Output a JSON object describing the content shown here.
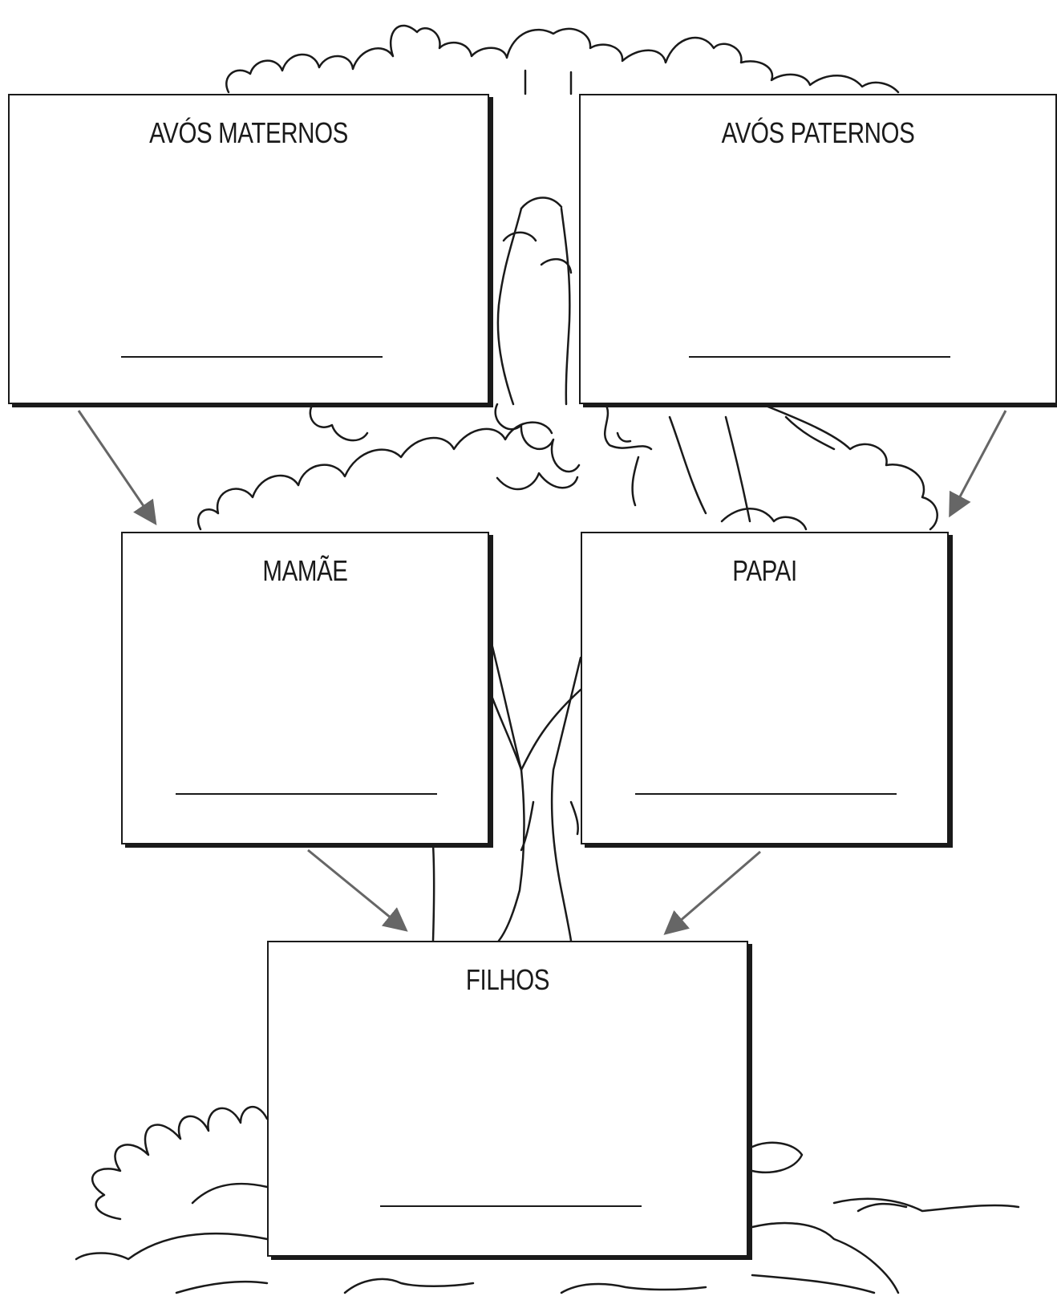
{
  "boxes": {
    "avos_maternos": {
      "title": "AVÓS MATERNOS"
    },
    "avos_paternos": {
      "title": "AVÓS PATERNOS"
    },
    "mamae": {
      "title": "MAMÃE"
    },
    "papai": {
      "title": "PAPAI"
    },
    "filhos": {
      "title": "FILHOS"
    }
  },
  "arrows": [
    {
      "from": "AVÓS MATERNOS",
      "to": "MAMÃE"
    },
    {
      "from": "AVÓS PATERNOS",
      "to": "PAPAI"
    },
    {
      "from": "MAMÃE",
      "to": "FILHOS"
    },
    {
      "from": "PAPAI",
      "to": "FILHOS"
    }
  ],
  "colors": {
    "line": "#1a1a1a",
    "arrow": "#666666",
    "background": "#ffffff"
  }
}
